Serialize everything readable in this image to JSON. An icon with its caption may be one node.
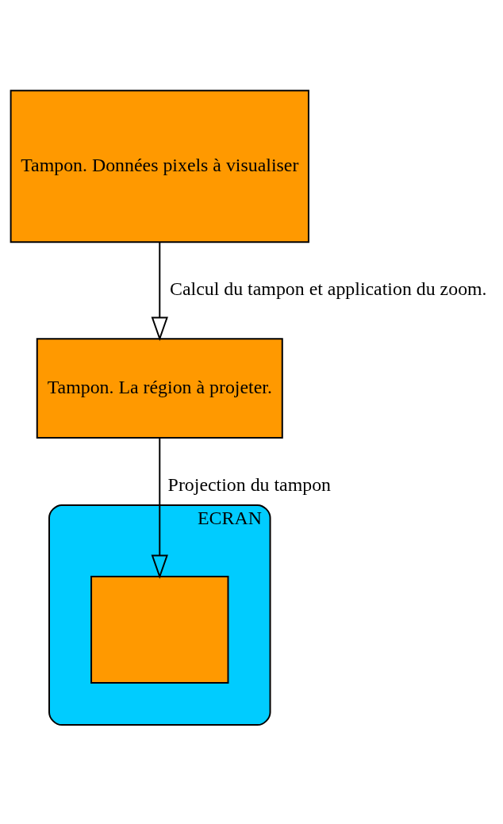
{
  "diagram": {
    "nodes": [
      {
        "text": [
          "Tampon. Données pixels à visualiser"
        ]
      },
      {
        "text": [
          "Tampon. La région à projeter."
        ]
      },
      {
        "text": [
          "ECRAN"
        ]
      },
      {
        "text": [],
        "shape": "box",
        "in": 2
      }
    ],
    "edges": [
      {
        "from": 0,
        "to": 1,
        "arrow": "to",
        "label": "Calcul du tampon et application du zoom."
      },
      {
        "from": 1,
        "to": 3,
        "arrow": "to",
        "label": "Projection du tampon"
      }
    ]
  }
}
